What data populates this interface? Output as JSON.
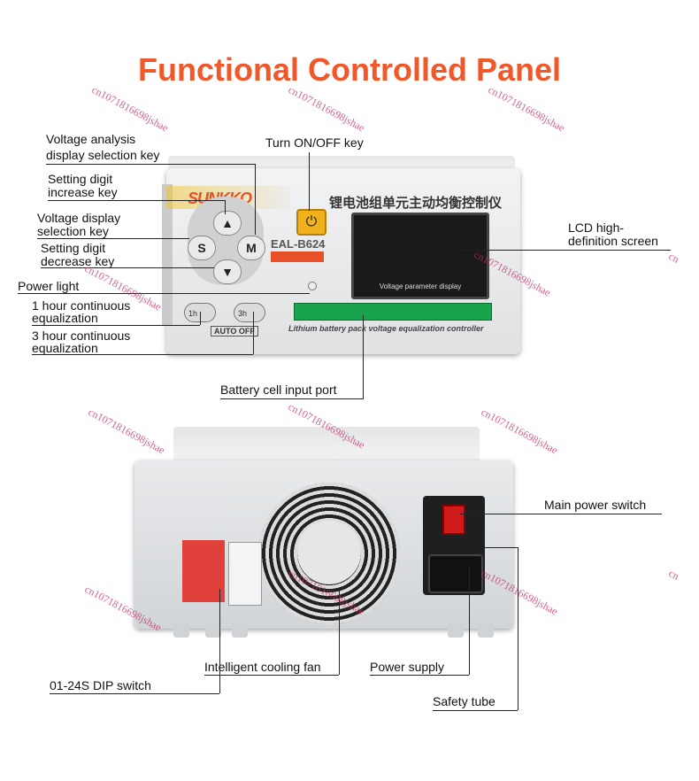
{
  "title": "Functional Controlled  Panel",
  "watermark": "cn1071816698jshae",
  "watermark_fragment": "cn",
  "device": {
    "brand": "SUNKKO",
    "cn_title": "锂电池组单元主动均衡控制仪",
    "model": "EAL-B624",
    "lcd_caption": "Voltage parameter display",
    "port_caption": "Lithium battery pack voltage equalization controller",
    "key_s": "S",
    "key_m": "M",
    "btn_1h": "1h",
    "btn_3h": "3h",
    "auto_off": "AUTO OFF"
  },
  "labels": {
    "voltage_analysis_1": "Voltage analysis",
    "voltage_analysis_2": "display selection key",
    "setting_increase_1": "Setting digit",
    "setting_increase_2": "increase key",
    "voltage_display_1": "Voltage display",
    "voltage_display_2": "selection key",
    "setting_decrease_1": "Setting digit",
    "setting_decrease_2": "decrease key",
    "power_light": "Power light",
    "one_hour_1": "1 hour continuous",
    "one_hour_2": "equalization",
    "three_hour_1": "3 hour continuous",
    "three_hour_2": "equalization",
    "turn_on_off": "Turn ON/OFF key",
    "lcd_1": "LCD high-",
    "lcd_2": "definition screen",
    "battery_port": "Battery cell input port",
    "main_power": "Main power switch",
    "cooling_fan": "Intelligent cooling fan",
    "power_supply": "Power supply",
    "dip_switch": "01-24S DIP switch",
    "safety_tube": "Safety tube"
  },
  "colors": {
    "title": "#f0582a",
    "brand": "#e7512a",
    "power_key": "#f0b11c",
    "port": "#19a34c",
    "rocker": "#d11b1b",
    "dip": "#e0423b"
  }
}
